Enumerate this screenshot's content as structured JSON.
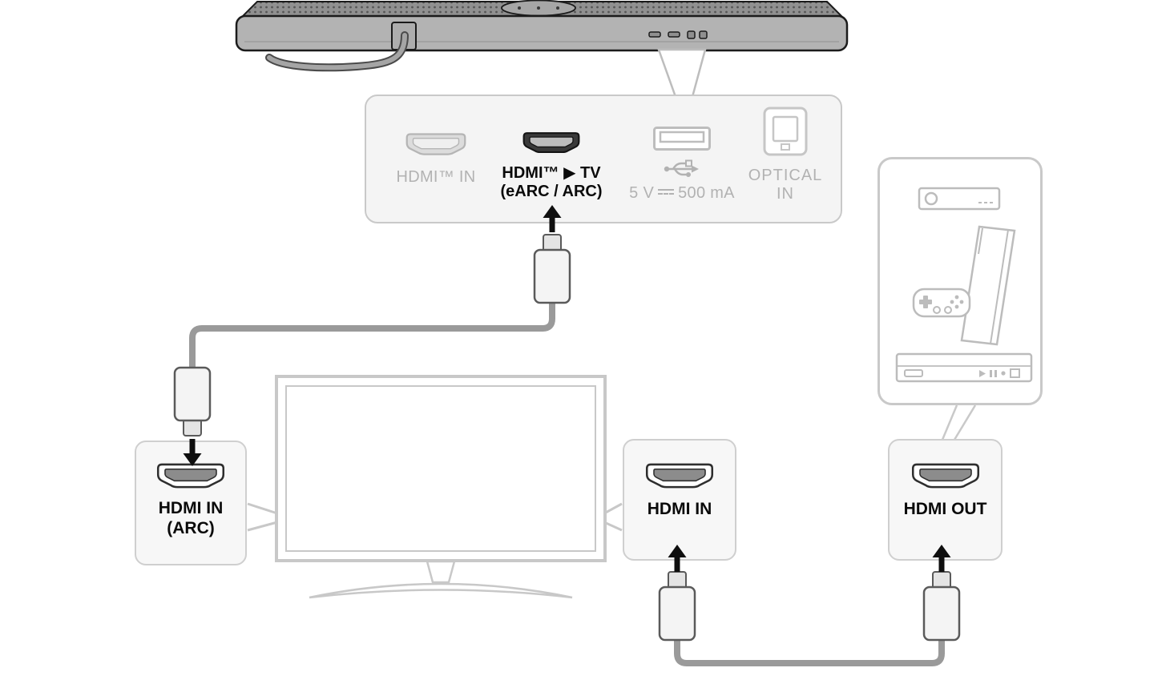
{
  "colors": {
    "soundbar_body": "#b3b3b3",
    "soundbar_outline": "#1b1b1b",
    "panel_fill": "#f4f4f4",
    "panel_border": "#c9c9c9",
    "muted_gray": "#b2b2b2",
    "active_black": "#0a0a0a",
    "cable_gray": "#9a9a9a",
    "device_outline_gray": "#bcbcbc"
  },
  "soundbar_panel": {
    "ports": {
      "hdmi_in": {
        "label": "HDMI™ IN",
        "state": "inactive"
      },
      "hdmi_tv": {
        "label_line1": "HDMI™ ▶ TV",
        "label_line2": "(eARC / ARC)",
        "state": "active"
      },
      "usb": {
        "label_prefix": "5 V",
        "label_suffix": "500 mA",
        "symbol": "dc-solid-dashed"
      },
      "optical": {
        "label_line1": "OPTICAL",
        "label_line2": "IN"
      }
    }
  },
  "tv_ports": {
    "hdmi_in_arc": {
      "label_line1": "HDMI IN",
      "label_line2": "(ARC)"
    },
    "hdmi_in": {
      "label": "HDMI IN"
    }
  },
  "external_device": {
    "hdmi_out": {
      "label": "HDMI OUT"
    }
  },
  "icons": {
    "hdmi_port": "hdmi-connector-shape",
    "usb_port": "usb-a-port",
    "usb_symbol": "usb-trident",
    "dc_symbol": "solid-over-dashed-line",
    "optical_port": "toslink-port",
    "connection_arrow": "black-arrow",
    "devices": [
      "set-top-box",
      "game-console",
      "gamepad",
      "bluray-player"
    ]
  }
}
